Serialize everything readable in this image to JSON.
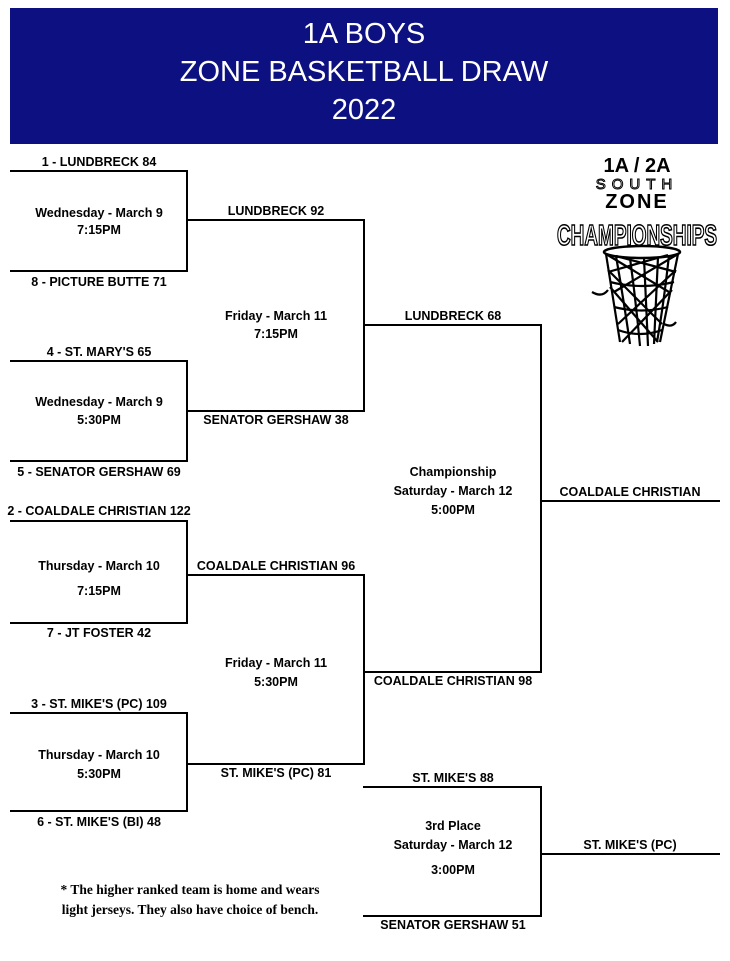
{
  "header": {
    "line1": "1A BOYS",
    "line2": "ZONE BASKETBALL DRAW",
    "line3": "2022"
  },
  "round1": {
    "g1": {
      "top": "1 - LUNDBRECK 84",
      "bottom": "8 - PICTURE BUTTE 71",
      "day": "Wednesday - March 9",
      "time": "7:15PM"
    },
    "g2": {
      "top": "4 - ST. MARY'S 65",
      "bottom": "5 - SENATOR GERSHAW 69",
      "day": "Wednesday - March 9",
      "time": "5:30PM"
    },
    "g3": {
      "top": "2 - COALDALE CHRISTIAN 122",
      "bottom": "7 - JT FOSTER 42",
      "day": "Thursday - March 10",
      "time": "7:15PM"
    },
    "g4": {
      "top": "3 - ST. MIKE'S (PC) 109",
      "bottom": "6 - ST. MIKE'S (BI) 48",
      "day": "Thursday  - March 10",
      "time": "5:30PM"
    }
  },
  "round2": {
    "g1": {
      "top": "LUNDBRECK 92",
      "bottom": "SENATOR GERSHAW 38",
      "day": "Friday - March 11",
      "time": "7:15PM"
    },
    "g2": {
      "top": "COALDALE CHRISTIAN 96",
      "bottom": "ST. MIKE'S (PC) 81",
      "day": "Friday - March 11",
      "time": "5:30PM"
    }
  },
  "final": {
    "top": "LUNDBRECK 68",
    "bottom": "COALDALE CHRISTIAN 98",
    "label": "Championship",
    "day": "Saturday - March 12",
    "time": "5:00PM",
    "winner": "COALDALE CHRISTIAN"
  },
  "third": {
    "top": "ST. MIKE'S 88",
    "bottom": "SENATOR GERSHAW 51",
    "label": "3rd Place",
    "day": "Saturday - March 12",
    "time": "3:00PM",
    "winner": "ST. MIKE'S (PC)"
  },
  "note": "* The higher ranked team is home and wears light jerseys.  They also have choice of bench.",
  "logo": {
    "line1": "1A / 2A",
    "line2": "SOUTH",
    "line3": "ZONE",
    "line4": "CHAMPIONSHIPS",
    "icon": "basketball-net-icon"
  }
}
